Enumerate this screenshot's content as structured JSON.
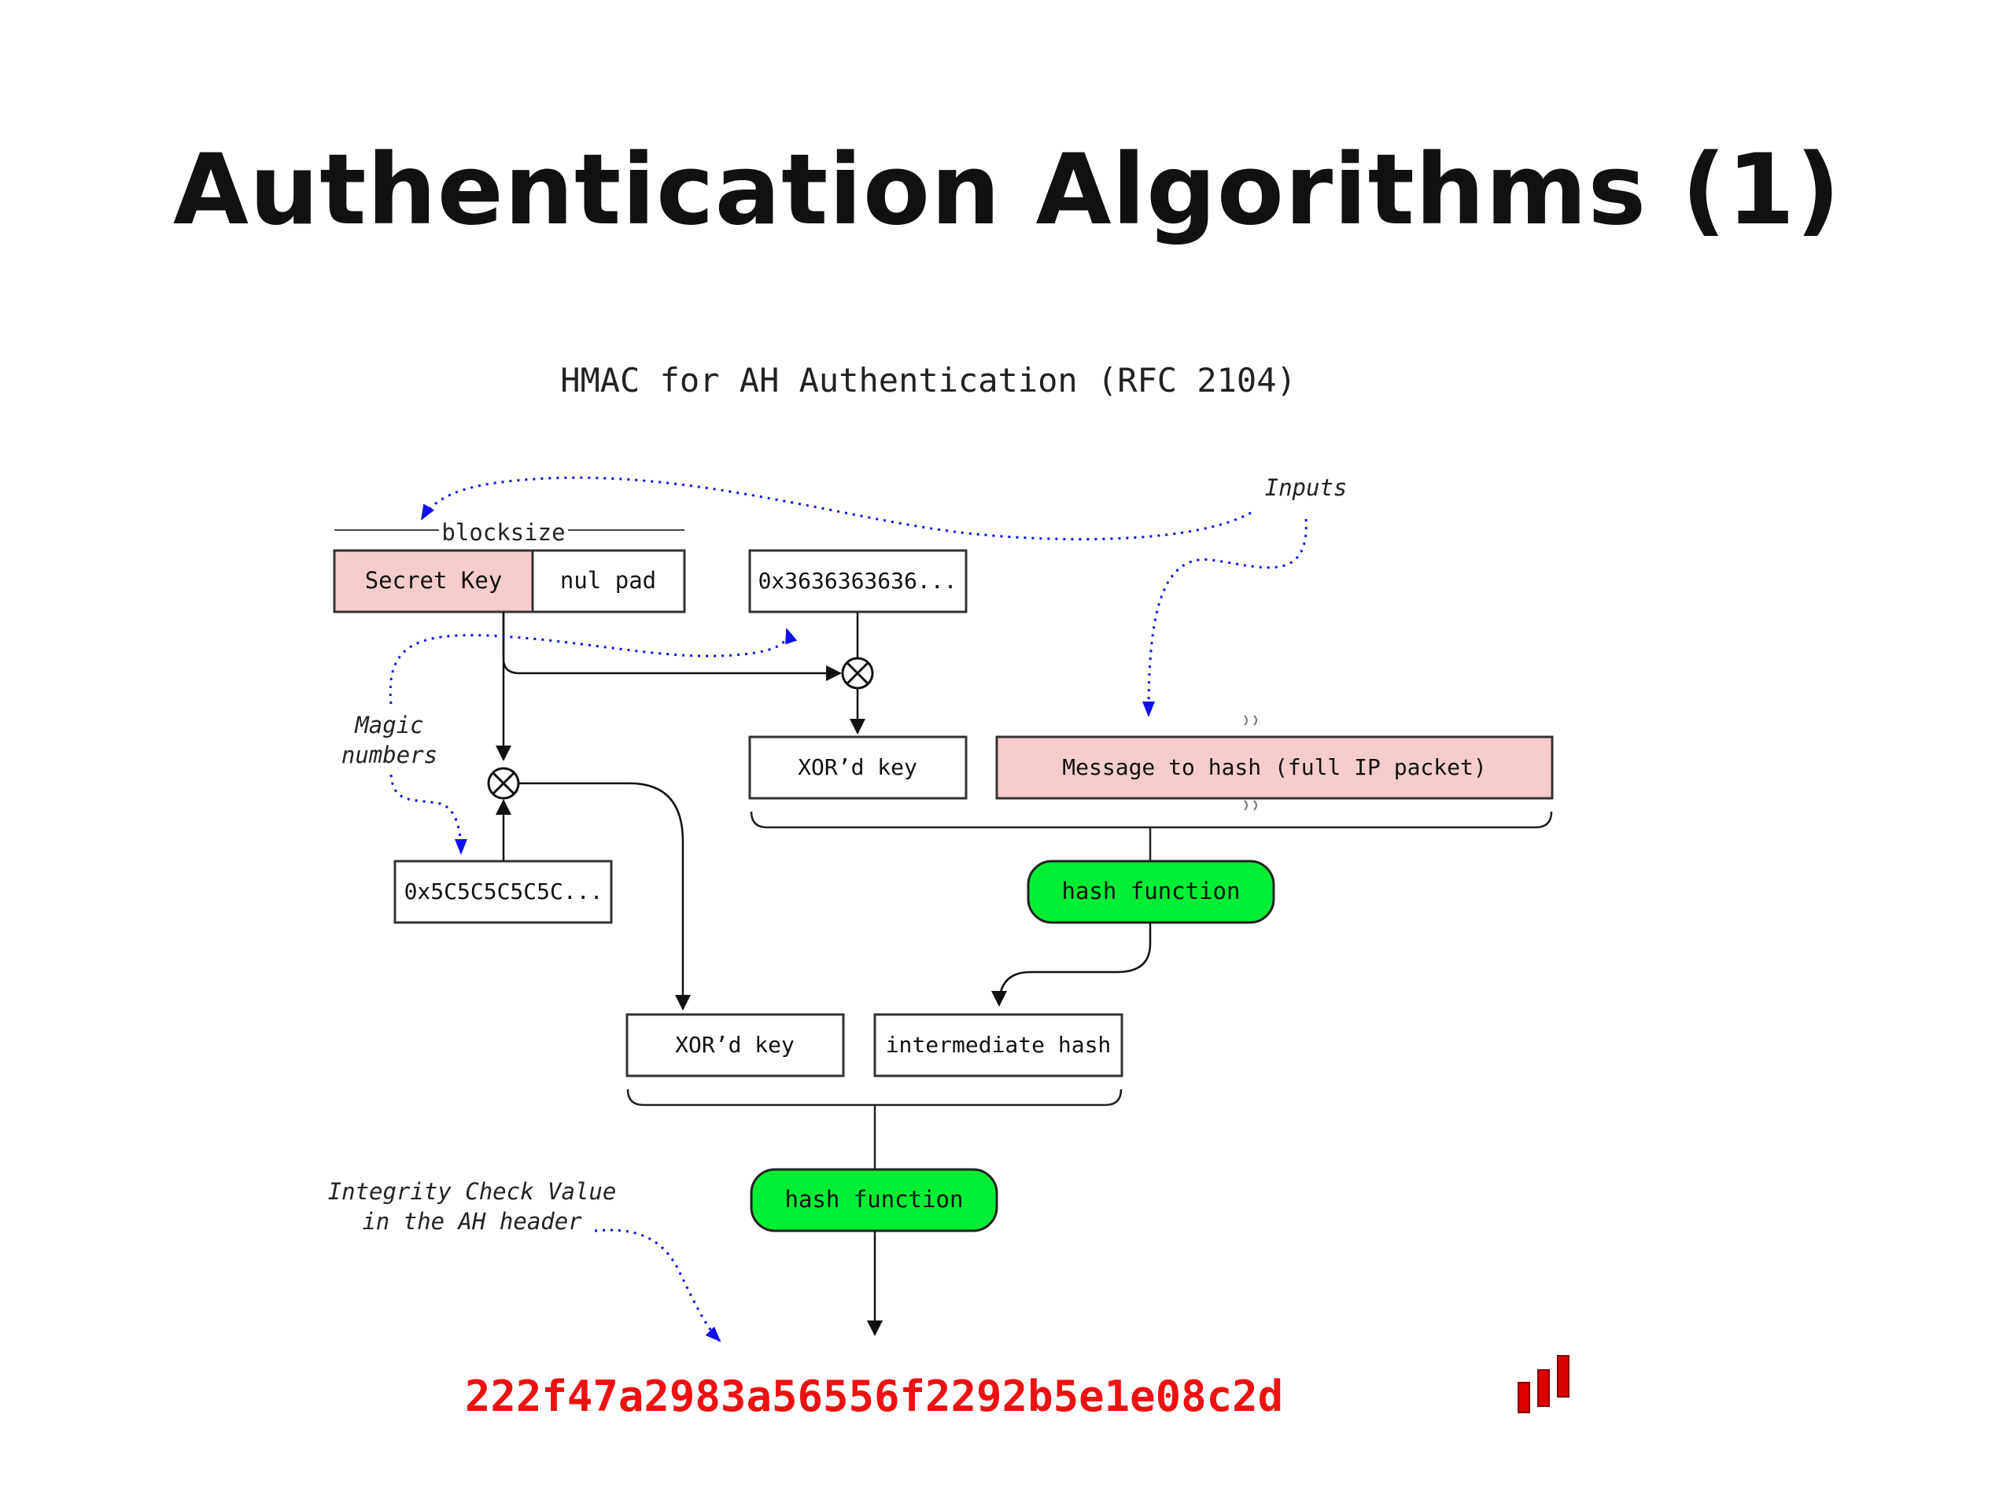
{
  "slide": {
    "title": "Authentication Algorithms (1)"
  },
  "diagram": {
    "title": "HMAC for AH Authentication (RFC 2104)",
    "labels": {
      "blocksize": "blocksize",
      "inputs": "Inputs",
      "magic_line1": "Magic",
      "magic_line2": "numbers",
      "icv_line1": "Integrity Check Value",
      "icv_line2": "in the AH header"
    },
    "boxes": {
      "secret_key": "Secret Key",
      "nul_pad": "nul pad",
      "ipad": "0x3636363636...",
      "opad": "0x5C5C5C5C5C...",
      "xor_key_inner": "XOR’d key",
      "message": "Message to hash (full IP packet)",
      "hash_inner": "hash function",
      "xor_key_outer": "XOR’d key",
      "intermediate": "intermediate hash",
      "hash_outer": "hash function"
    },
    "output_hash": "222f47a2983a56556f2292b5e1e08c2d",
    "colors": {
      "pink_box": "#f8cccc",
      "green_box": "#00ee33",
      "blue_arrow": "#1010ee",
      "output_red": "#ee1111",
      "logo_red": "#dd0000"
    }
  }
}
